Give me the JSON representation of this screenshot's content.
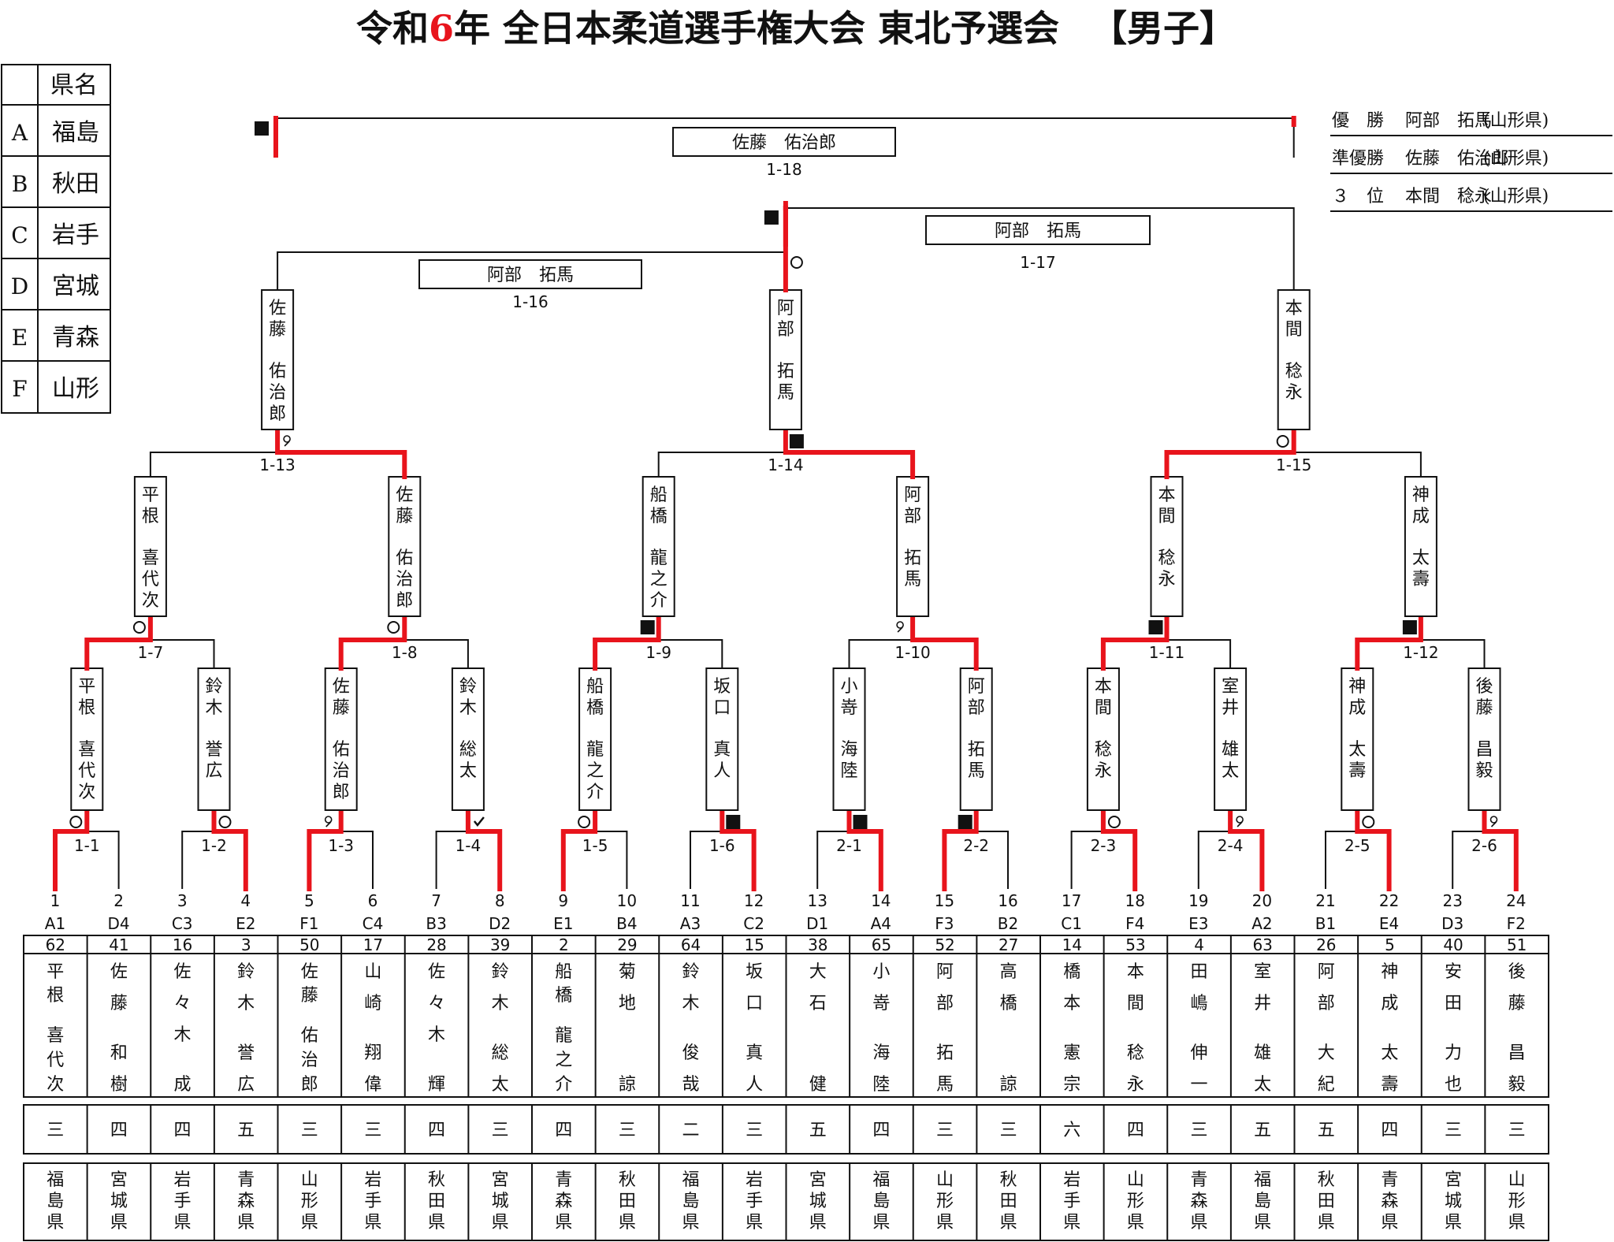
{
  "title": {
    "prefix": "令和",
    "year": "6",
    "suffix": "年 全日本柔道選手権大会 東北予選会",
    "gender": "【男子】",
    "accent_color": "#e8141c"
  },
  "prefecture_legend": {
    "header": "県名",
    "rows": [
      {
        "code": "A",
        "name": "福島"
      },
      {
        "code": "B",
        "name": "秋田"
      },
      {
        "code": "C",
        "name": "岩手"
      },
      {
        "code": "D",
        "name": "宮城"
      },
      {
        "code": "E",
        "name": "青森"
      },
      {
        "code": "F",
        "name": "山形"
      }
    ]
  },
  "results": [
    {
      "label": "優　勝",
      "name": "阿部　拓馬",
      "pref": "(山形県)"
    },
    {
      "label": "準優勝",
      "name": "佐藤　佑治郎",
      "pref": "(山形県)"
    },
    {
      "label": "３　位",
      "name": "本間　稔永",
      "pref": "(山形県)"
    }
  ],
  "competitors": [
    {
      "slot": "1",
      "seed": "A1",
      "no": "62",
      "name": [
        "平根",
        "喜代次"
      ],
      "dan": "三",
      "pref": "福島県"
    },
    {
      "slot": "2",
      "seed": "D4",
      "no": "41",
      "name": [
        "佐藤",
        "和樹"
      ],
      "dan": "四",
      "pref": "宮城県"
    },
    {
      "slot": "3",
      "seed": "C3",
      "no": "16",
      "name": [
        "佐々木",
        "成"
      ],
      "dan": "四",
      "pref": "岩手県"
    },
    {
      "slot": "4",
      "seed": "E2",
      "no": "3",
      "name": [
        "鈴木",
        "誉広"
      ],
      "dan": "五",
      "pref": "青森県"
    },
    {
      "slot": "5",
      "seed": "F1",
      "no": "50",
      "name": [
        "佐藤",
        "佑治郎"
      ],
      "dan": "三",
      "pref": "山形県"
    },
    {
      "slot": "6",
      "seed": "C4",
      "no": "17",
      "name": [
        "山崎",
        "翔偉"
      ],
      "dan": "三",
      "pref": "岩手県"
    },
    {
      "slot": "7",
      "seed": "B3",
      "no": "28",
      "name": [
        "佐々木",
        "輝"
      ],
      "dan": "四",
      "pref": "秋田県"
    },
    {
      "slot": "8",
      "seed": "D2",
      "no": "39",
      "name": [
        "鈴木",
        "総太"
      ],
      "dan": "三",
      "pref": "宮城県"
    },
    {
      "slot": "9",
      "seed": "E1",
      "no": "2",
      "name": [
        "船橋",
        "龍之介"
      ],
      "dan": "四",
      "pref": "青森県"
    },
    {
      "slot": "10",
      "seed": "B4",
      "no": "29",
      "name": [
        "菊地",
        "諒"
      ],
      "dan": "三",
      "pref": "秋田県"
    },
    {
      "slot": "11",
      "seed": "A3",
      "no": "64",
      "name": [
        "鈴木",
        "俊哉"
      ],
      "dan": "二",
      "pref": "福島県"
    },
    {
      "slot": "12",
      "seed": "C2",
      "no": "15",
      "name": [
        "坂口",
        "真人"
      ],
      "dan": "三",
      "pref": "岩手県"
    },
    {
      "slot": "13",
      "seed": "D1",
      "no": "38",
      "name": [
        "大石",
        "健"
      ],
      "dan": "五",
      "pref": "宮城県"
    },
    {
      "slot": "14",
      "seed": "A4",
      "no": "65",
      "name": [
        "小嵜",
        "海陸"
      ],
      "dan": "四",
      "pref": "福島県"
    },
    {
      "slot": "15",
      "seed": "F3",
      "no": "52",
      "name": [
        "阿部",
        "拓馬"
      ],
      "dan": "三",
      "pref": "山形県"
    },
    {
      "slot": "16",
      "seed": "B2",
      "no": "27",
      "name": [
        "高橋",
        "諒"
      ],
      "dan": "三",
      "pref": "秋田県"
    },
    {
      "slot": "17",
      "seed": "C1",
      "no": "14",
      "name": [
        "橋本",
        "憲宗"
      ],
      "dan": "六",
      "pref": "岩手県"
    },
    {
      "slot": "18",
      "seed": "F4",
      "no": "53",
      "name": [
        "本間",
        "稔永"
      ],
      "dan": "四",
      "pref": "山形県"
    },
    {
      "slot": "19",
      "seed": "E3",
      "no": "4",
      "name": [
        "田嶋",
        "伸一"
      ],
      "dan": "三",
      "pref": "青森県"
    },
    {
      "slot": "20",
      "seed": "A2",
      "no": "63",
      "name": [
        "室井",
        "雄太"
      ],
      "dan": "五",
      "pref": "福島県"
    },
    {
      "slot": "21",
      "seed": "B1",
      "no": "26",
      "name": [
        "阿部",
        "大紀"
      ],
      "dan": "五",
      "pref": "秋田県"
    },
    {
      "slot": "22",
      "seed": "E4",
      "no": "5",
      "name": [
        "神成",
        "太壽"
      ],
      "dan": "四",
      "pref": "青森県"
    },
    {
      "slot": "23",
      "seed": "D3",
      "no": "40",
      "name": [
        "安田",
        "力也"
      ],
      "dan": "三",
      "pref": "宮城県"
    },
    {
      "slot": "24",
      "seed": "F2",
      "no": "51",
      "name": [
        "後藤",
        "昌毅"
      ],
      "dan": "三",
      "pref": "山形県"
    }
  ],
  "round1": [
    {
      "id": "1-1",
      "winner": [
        "平根",
        "喜代次"
      ],
      "win": "L",
      "mark": "○"
    },
    {
      "id": "1-2",
      "winner": [
        "鈴木",
        "誉広"
      ],
      "win": "R",
      "mark": "○"
    },
    {
      "id": "1-3",
      "winner": [
        "佐藤",
        "佑治郎"
      ],
      "win": "L",
      "mark": "key"
    },
    {
      "id": "1-4",
      "winner": [
        "鈴木",
        "総太"
      ],
      "win": "R",
      "mark": "check"
    },
    {
      "id": "1-5",
      "winner": [
        "船橋",
        "龍之介"
      ],
      "win": "L",
      "mark": "○"
    },
    {
      "id": "1-6",
      "winner": [
        "坂口",
        "真人"
      ],
      "win": "R",
      "mark": "■"
    },
    {
      "id": "2-1",
      "winner": [
        "小嵜",
        "海陸"
      ],
      "win": "R",
      "mark": "■"
    },
    {
      "id": "2-2",
      "winner": [
        "阿部",
        "拓馬"
      ],
      "win": "L",
      "mark": "■"
    },
    {
      "id": "2-3",
      "winner": [
        "本間",
        "稔永"
      ],
      "win": "R",
      "mark": "○"
    },
    {
      "id": "2-4",
      "winner": [
        "室井",
        "雄太"
      ],
      "win": "R",
      "mark": "key"
    },
    {
      "id": "2-5",
      "winner": [
        "神成",
        "太壽"
      ],
      "win": "R",
      "mark": "○"
    },
    {
      "id": "2-6",
      "winner": [
        "後藤",
        "昌毅"
      ],
      "win": "R",
      "mark": "key"
    }
  ],
  "round2": [
    {
      "id": "1-7",
      "winner": [
        "平根",
        "喜代次"
      ],
      "win": "L",
      "mark": "○"
    },
    {
      "id": "1-8",
      "winner": [
        "佐藤",
        "佑治郎"
      ],
      "win": "L",
      "mark": "○"
    },
    {
      "id": "1-9",
      "winner": [
        "船橋",
        "龍之介"
      ],
      "win": "L",
      "mark": "■"
    },
    {
      "id": "1-10",
      "winner": [
        "阿部",
        "拓馬"
      ],
      "win": "R",
      "mark": "key"
    },
    {
      "id": "1-11",
      "winner": [
        "本間",
        "稔永"
      ],
      "win": "L",
      "mark": "■"
    },
    {
      "id": "1-12",
      "winner": [
        "神成",
        "太壽"
      ],
      "win": "L",
      "mark": "■"
    }
  ],
  "round3": [
    {
      "id": "1-13",
      "winner": [
        "佐藤",
        "佑治郎"
      ],
      "win": "R",
      "mark": "key"
    },
    {
      "id": "1-14",
      "winner": [
        "阿部",
        "拓馬"
      ],
      "win": "R",
      "mark": "■"
    },
    {
      "id": "1-15",
      "winner": [
        "本間",
        "稔永"
      ],
      "win": "L",
      "mark": "○"
    }
  ],
  "semifinal": {
    "id": "1-16",
    "winner": "阿部　拓馬"
  },
  "repechage": {
    "id": "1-17",
    "winner": "阿部　拓馬"
  },
  "final": {
    "id": "1-18",
    "winner": "佐藤　佑治郎"
  }
}
